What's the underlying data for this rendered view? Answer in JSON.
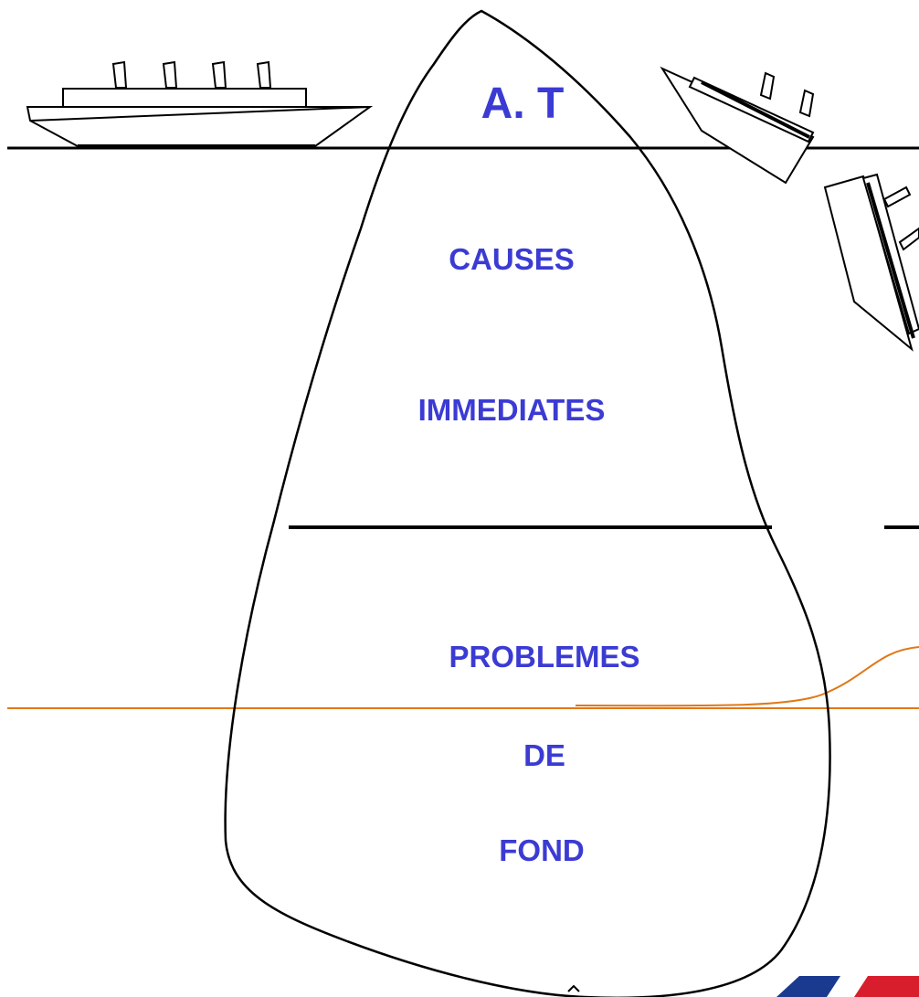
{
  "diagram": {
    "tip_label": "A. T",
    "middle_labels": [
      "CAUSES",
      "IMMEDIATES"
    ],
    "bottom_labels": [
      "PROBLEMES",
      "DE",
      "FOND"
    ],
    "colors": {
      "label_text": "#3b3bd4",
      "outline": "#000000",
      "footer_rule": "#e07818",
      "flag_blue": "#1a3a8f",
      "flag_red": "#d81e2c",
      "background": "#ffffff"
    },
    "icons": [
      "ship-upright-icon",
      "ship-tilted-icon",
      "ship-sinking-icon",
      "flag-logo-icon"
    ]
  }
}
